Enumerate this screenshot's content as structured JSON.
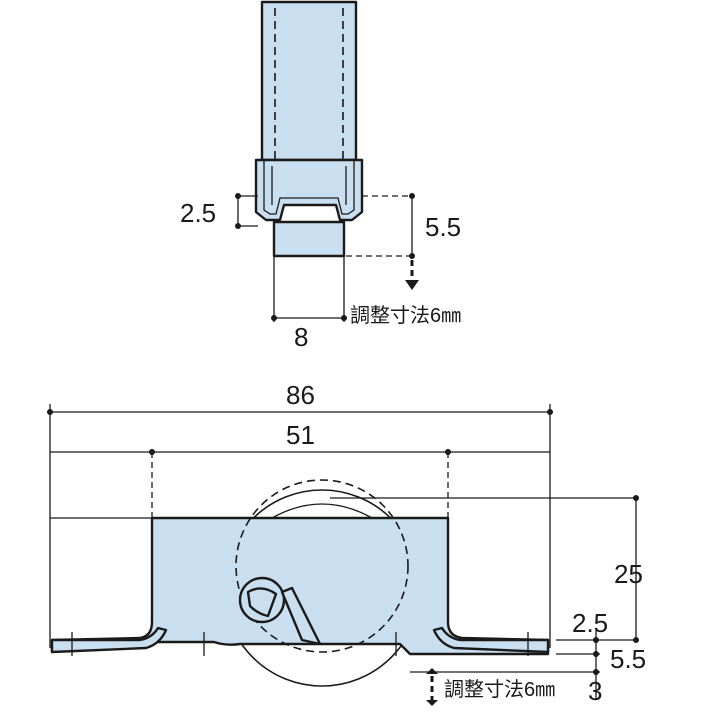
{
  "top_view": {
    "dim_height": "2.5",
    "dim_gap": "5.5",
    "dim_width": "8",
    "adjust_note": "調整寸法6㎜"
  },
  "front_view": {
    "dim_overall": "86",
    "dim_mount": "51",
    "dim_height": "25",
    "dim_plate": "2.5",
    "dim_gap": "5.5",
    "dim_adjust": "3",
    "adjust_note": "調整寸法6㎜"
  },
  "colors": {
    "part_fill": "#c9dff0",
    "line": "#1a1a1a"
  }
}
